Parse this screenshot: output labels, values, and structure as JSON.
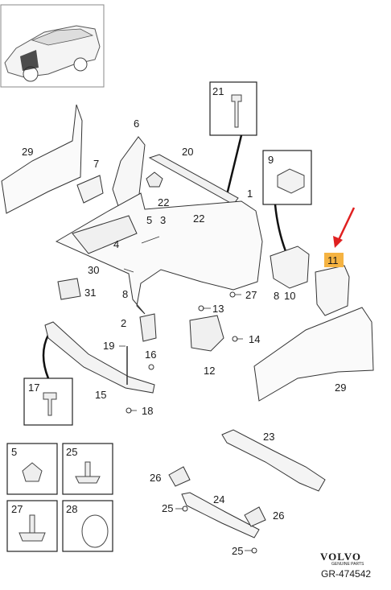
{
  "labels": {
    "l29a": "29",
    "l7": "7",
    "l6": "6",
    "l20": "20",
    "l21": "21",
    "l9": "9",
    "l1": "1",
    "l22a": "22",
    "l22b": "22",
    "l5": "5",
    "l3": "3",
    "l4": "4",
    "l30": "30",
    "l8a": "8",
    "l31": "31",
    "l27a": "27",
    "l8b": "8",
    "l10": "10",
    "l11": "11",
    "l13": "13",
    "l2": "2",
    "l14": "14",
    "l19": "19",
    "l16": "16",
    "l12": "12",
    "l17": "17",
    "l15": "15",
    "l18": "18",
    "l29b": "29",
    "l23": "23",
    "l26a": "26",
    "l24": "24",
    "l25a": "25",
    "l26b": "26",
    "l25b": "25",
    "box5": "5",
    "box25": "25",
    "box27": "27",
    "box28": "28"
  },
  "highlight_color": "#f5b342",
  "arrow_color": "#e02020",
  "brand": {
    "name": "VOLVO",
    "sub": "GENUINE PARTS",
    "ref": "GR-474542"
  }
}
